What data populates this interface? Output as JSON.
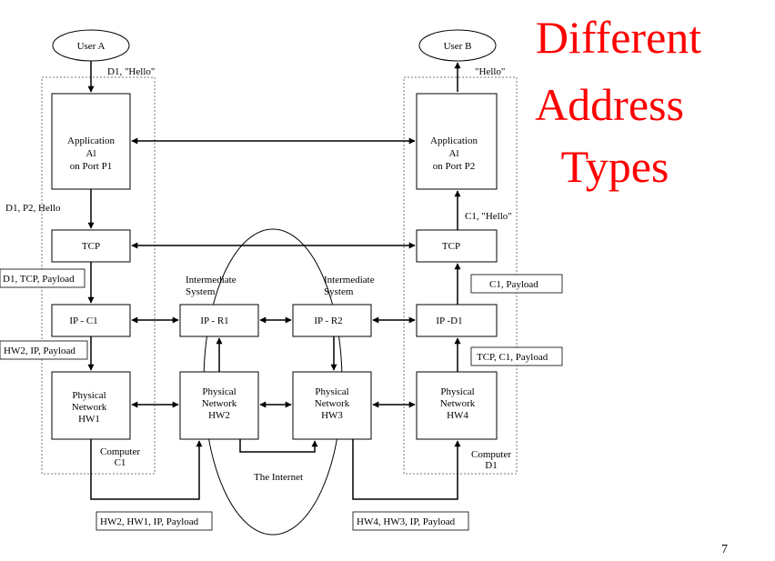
{
  "title": [
    "Different",
    "Address",
    "Types"
  ],
  "page_number": "7",
  "colors": {
    "title": "#ff0000",
    "line": "#000000"
  },
  "users": {
    "a": "User A",
    "b": "User B"
  },
  "computers": {
    "c1": [
      "Computer",
      "C1"
    ],
    "d1": [
      "Computer",
      "D1"
    ]
  },
  "apps": {
    "left": [
      "Application",
      "Al",
      "on Port P1"
    ],
    "right": [
      "Application",
      "Al",
      "on Port P2"
    ]
  },
  "tcp": {
    "left": "TCP",
    "right": "TCP"
  },
  "ip": {
    "left": "IP - C1",
    "r1": "IP - R1",
    "r2": "IP - R2",
    "right": "IP -D1"
  },
  "physical": {
    "hw1": [
      "Physical",
      "Network",
      "HW1"
    ],
    "hw2": [
      "Physical",
      "Network",
      "HW2"
    ],
    "hw3": [
      "Physical",
      "Network",
      "HW3"
    ],
    "hw4": [
      "Physical",
      "Network",
      "HW4"
    ]
  },
  "intermediate": {
    "left": [
      "Intermediate",
      "System"
    ],
    "right": [
      "Intermediate",
      "System"
    ]
  },
  "internet_label": "The Internet",
  "messages": {
    "d1_hello": "D1, \"Hello\"",
    "hello_out": "\"Hello\"",
    "d1_p2_hello": "D1, P2, Hello",
    "c1_hello": "C1, \"Hello\"",
    "d1_tcp_payload": "D1, TCP, Payload",
    "c1_payload": "C1, Payload",
    "hw2_ip_payload": "HW2, IP, Payload",
    "tcp_c1_payload": "TCP, C1, Payload",
    "hw2_hw1_ip_payload": "HW2, HW1, IP, Payload",
    "hw4_hw3_ip_payload": "HW4, HW3, IP, Payload"
  }
}
